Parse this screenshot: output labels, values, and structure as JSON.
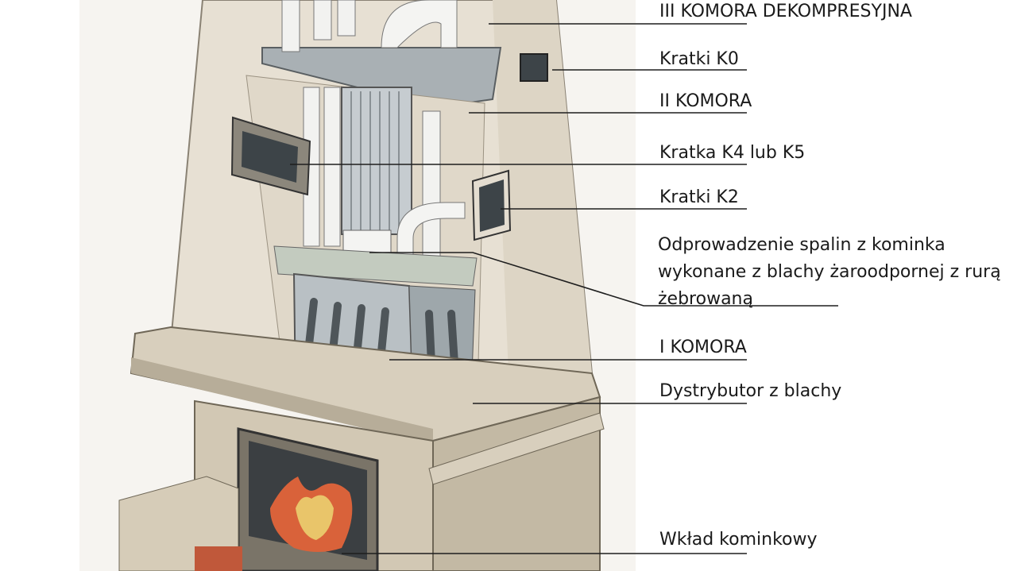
{
  "labels": {
    "komora3": "III KOMORA DEKOMPRESYJNA",
    "kratki_k0": "Kratki K0",
    "komora2": "II KOMORA",
    "kratka_k4_k5": "Kratka K4 lub K5",
    "kratki_k2": "Kratki K2",
    "odprowadzenie": "Odprowadzenie spalin z kominka wykonane z blachy żaroodpornej z rurą żebrowaną",
    "komora1": "I KOMORA",
    "dystrybutor": "Dystrybutor z blachy",
    "wklad": "Wkład kominkowy"
  },
  "colors": {
    "stove_cream": "#e7e0d3",
    "stove_shadow": "#cfc6b5",
    "grate_dark": "#3d4448",
    "metal": "#b9c0c4",
    "fire": "#d9623a"
  }
}
